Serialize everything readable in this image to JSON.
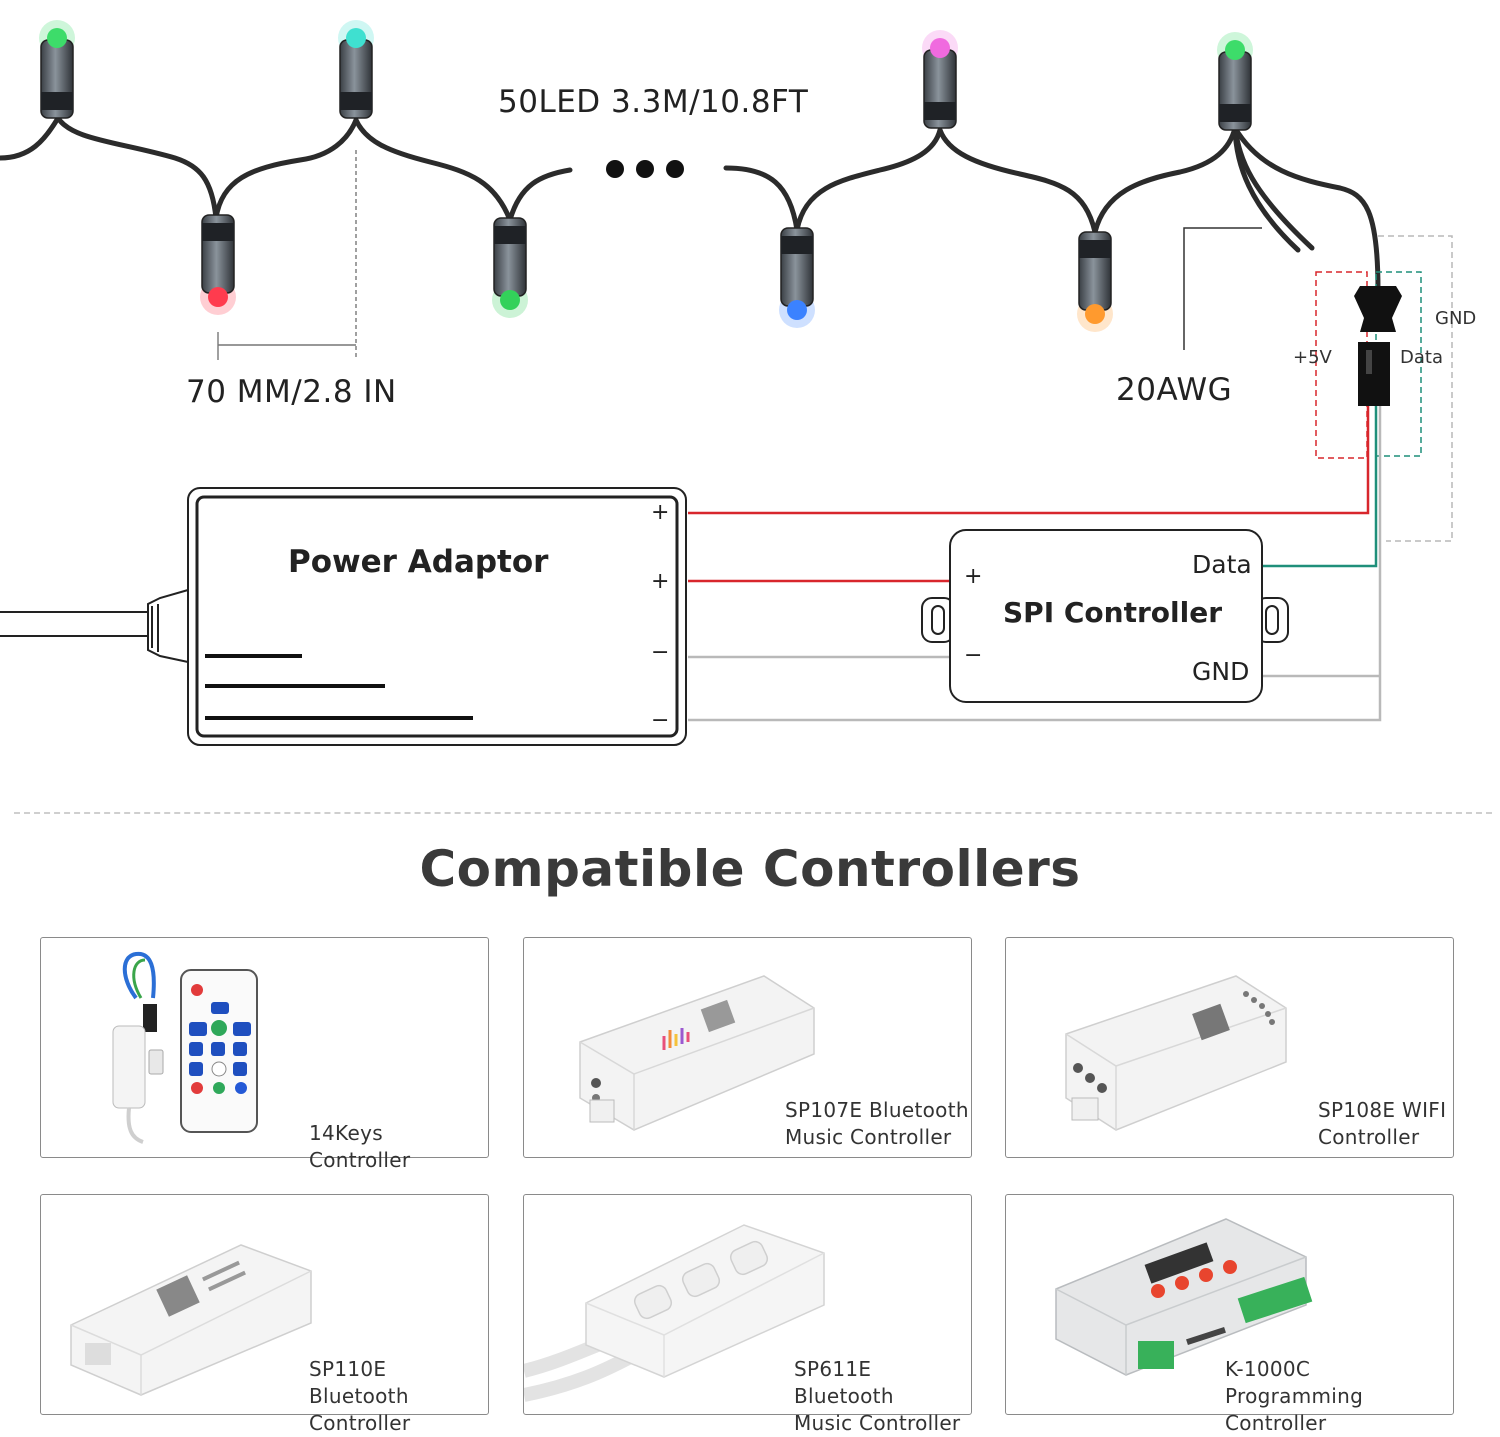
{
  "diagram": {
    "length_label": "50LED 3.3M/10.8FT",
    "spacing_label": "70 MM/2.8 IN",
    "wire_gauge_label": "20AWG",
    "connector": {
      "gnd_label": "GND",
      "data_label": "Data",
      "vcc_label": "+5V"
    },
    "power_adaptor": {
      "title": "Power Adaptor",
      "terminals": [
        "+",
        "+",
        "−",
        "−"
      ]
    },
    "spi_controller": {
      "title": "SPI Controller",
      "data_label": "Data",
      "gnd_label": "GND",
      "plus": "+",
      "minus": "−"
    },
    "led_colors": [
      "#3ddc6a",
      "#ff3b4e",
      "#3fe0d0",
      "#33d15a",
      "#3b82ff",
      "#f06adf",
      "#ff9a2e",
      "#3ddc6a"
    ],
    "wire_colors": {
      "vcc": "#d8262c",
      "data": "#1f8f7a",
      "gnd": "#b9b9b9",
      "cable": "#2b2b2b"
    }
  },
  "compatible": {
    "title": "Compatible Controllers",
    "items": [
      {
        "label": "14Keys Controller"
      },
      {
        "label": "SP107E Bluetooth\nMusic Controller"
      },
      {
        "label": "SP108E WIFI\nController"
      },
      {
        "label": "SP110E Bluetooth\nController"
      },
      {
        "label": "SP611E Bluetooth\nMusic Controller"
      },
      {
        "label": "K-1000C Programming\nController"
      }
    ]
  }
}
